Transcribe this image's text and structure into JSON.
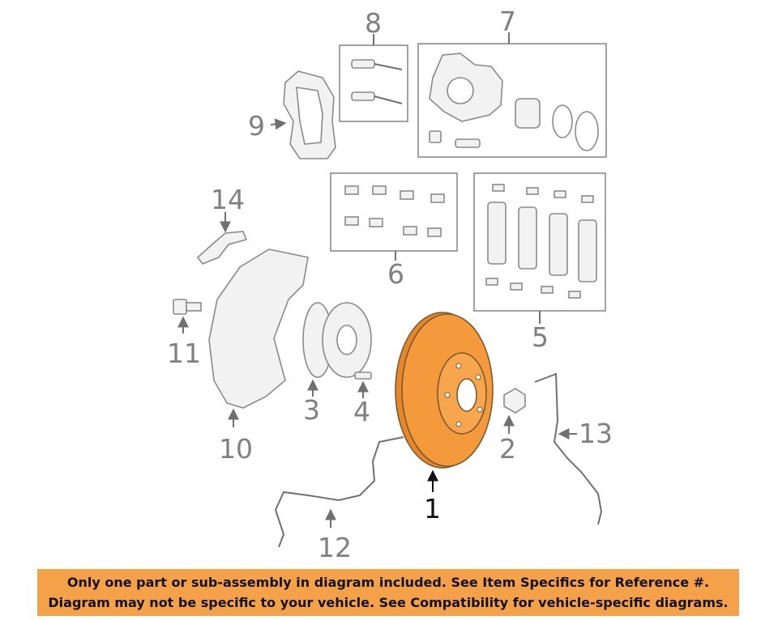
{
  "callouts": {
    "c1": "1",
    "c2": "2",
    "c3": "3",
    "c4": "4",
    "c5": "5",
    "c6": "6",
    "c7": "7",
    "c8": "8",
    "c9": "9",
    "c10": "10",
    "c11": "11",
    "c12": "12",
    "c13": "13",
    "c14": "14"
  },
  "highlight_color": "#f59a3c",
  "banner": {
    "line1": "Only one part or sub-assembly in diagram included. See Item Specifics for Reference #.",
    "line2": "Diagram may not be specific to your vehicle. See Compatibility for vehicle-specific diagrams."
  }
}
